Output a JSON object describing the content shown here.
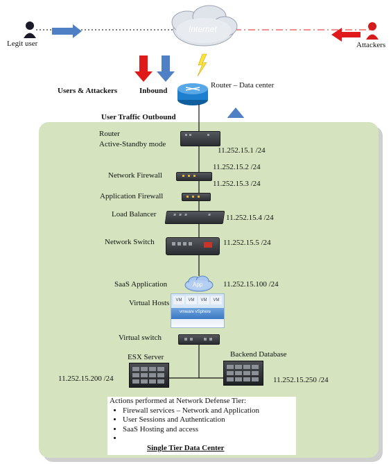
{
  "top": {
    "internet_label": "Internet",
    "legit_user_label": "Legit user",
    "attackers_label": "Attackers",
    "users_attackers_label": "Users & Attackers",
    "inbound_label": "Inbound",
    "router_dc_label": "Router – Data center",
    "outbound_label": "User Traffic Outbound"
  },
  "devices": {
    "router_label": "Router",
    "router_mode": "Active-Standby mode",
    "router_ip": "11.252.15.1 /24",
    "nfw_label": "Network Firewall",
    "nfw_ip": "11.252.15.2 /24",
    "afw_ip": "11.252.15.3 /24",
    "afw_label": "Application Firewall",
    "lb_label": "Load Balancer",
    "lb_ip": "11.252.15.4 /24",
    "switch_label": "Network Switch",
    "switch_ip": "11.252.15.5 /24",
    "saas_label": "SaaS Application",
    "app_label": "App",
    "saas_ip": "11.252.15.100 /24",
    "vhosts_label": "Virtual Hosts",
    "vm_label": "VM",
    "vsphere_label": "vmware vSphere",
    "vswitch_label": "Virtual switch",
    "esx_label": "ESX Server",
    "esx_ip": "11.252.15.200 /24",
    "db_label": "Backend Database",
    "db_ip": "11.252.15.250 /24"
  },
  "notes": {
    "heading": "Actions performed at Network Defense Tier:",
    "items": [
      "Firewall services – Network and Application",
      "User Sessions and Authentication",
      "SaaS Hosting and access",
      ""
    ],
    "footer": "Single  Tier Data Center"
  },
  "colors": {
    "zone_green": "#d5e4bf",
    "arrow_blue": "#4f7fc4",
    "arrow_red": "#e0191b",
    "router_blue": "#1f7fcf"
  }
}
